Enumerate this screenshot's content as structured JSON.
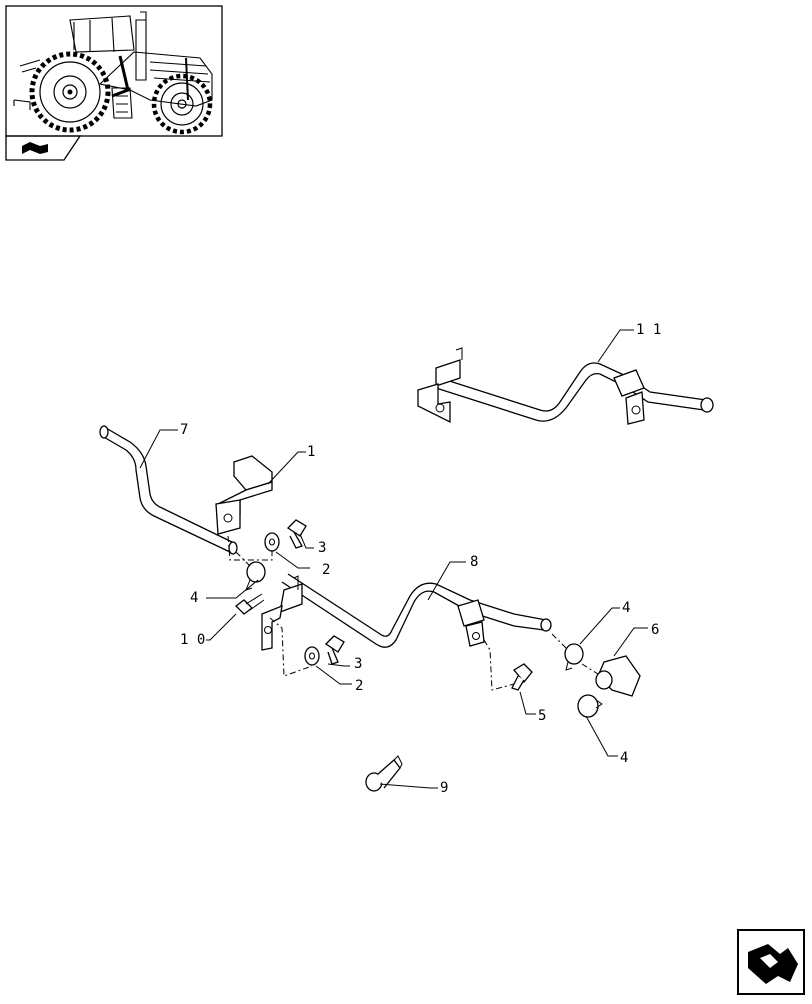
{
  "diagram": {
    "callouts": [
      {
        "id": "c1",
        "label": "1"
      },
      {
        "id": "c2a",
        "label": "2"
      },
      {
        "id": "c2b",
        "label": "2"
      },
      {
        "id": "c3a",
        "label": "3"
      },
      {
        "id": "c3b",
        "label": "3"
      },
      {
        "id": "c4a",
        "label": "4"
      },
      {
        "id": "c4b",
        "label": "4"
      },
      {
        "id": "c4c",
        "label": "4"
      },
      {
        "id": "c5",
        "label": "5"
      },
      {
        "id": "c6",
        "label": "6"
      },
      {
        "id": "c7",
        "label": "7"
      },
      {
        "id": "c8",
        "label": "8"
      },
      {
        "id": "c9",
        "label": "9"
      },
      {
        "id": "c10",
        "label": "1 0"
      },
      {
        "id": "c11",
        "label": "1 1"
      }
    ]
  },
  "icons": {
    "thumbnail": "tractor-thumbnail-icon",
    "book": "book-section-icon",
    "nav": "next-page-arrow-icon"
  }
}
